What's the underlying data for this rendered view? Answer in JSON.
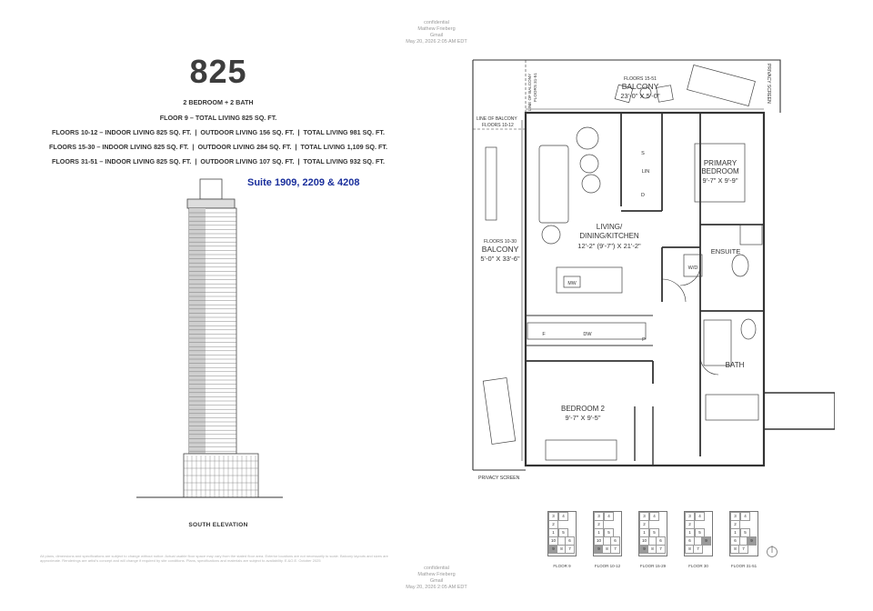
{
  "watermark_top": {
    "line1": "confidential",
    "line2": "Mathew Frieberg",
    "line3": "Gmail",
    "line4": "May 20, 2026 2:05 AM EDT"
  },
  "watermark_bottom": {
    "line1": "confidential",
    "line2": "Mathew Frieberg",
    "line3": "Gmail",
    "line4": "May 20, 2026 2:05 AM EDT"
  },
  "suite": {
    "number": "825",
    "type": "2 BEDROOM + 2 BATH",
    "floor9": "FLOOR 9 – TOTAL LIVING 825 SQ. FT.",
    "rows": [
      {
        "floors": "FLOORS 10-12 – INDOOR LIVING 825 SQ. FT.",
        "outdoor": "OUTDOOR LIVING 156 SQ. FT.",
        "total": "TOTAL LIVING 981 SQ. FT."
      },
      {
        "floors": "FLOORS 15-30 – INDOOR LIVING 825 SQ. FT.",
        "outdoor": "OUTDOOR LIVING 284 SQ. FT.",
        "total": "TOTAL LIVING 1,109 SQ. FT."
      },
      {
        "floors": "FLOORS 31-51 – INDOOR LIVING 825 SQ. FT.",
        "outdoor": "OUTDOOR LIVING 107 SQ. FT.",
        "total": "TOTAL LIVING 932 SQ. FT."
      }
    ],
    "separator": "|",
    "suites_label": "Suite 1909, 2209 & 4208"
  },
  "elevation_label": "SOUTH ELEVATION",
  "disclaimer": "All plans, dimensions and specifications are subject to change without notice. Actual usable floor space may vary from the stated floor area. Exterior locations are not necessarily to scale. Balcony layouts and sizes are approximate. Renderings are artist's concept and will change if required by site conditions. Plans, specifications and materials are subject to availability. E.&O.E. October 2025",
  "plan": {
    "balcony_top": {
      "floors": "FLOORS 15-51",
      "name": "BALCONY",
      "dims": "23'-0\" X 5'-0\""
    },
    "line_balcony_31": {
      "line1": "LINE OF BALCONY",
      "line2": "FLOORS 31-51"
    },
    "line_balcony_10": {
      "line1": "LINE OF BALCONY",
      "line2": "FLOORS 10-12"
    },
    "balcony_side": {
      "floors": "FLOORS 10-30",
      "name": "BALCONY",
      "dims": "5'-0\" X 33'-6\""
    },
    "living": {
      "line1": "LIVING/",
      "line2": "DINING/KITCHEN",
      "dims": "12'-2\" (9'-7\") X 21'-2\""
    },
    "primary": {
      "line1": "PRIMARY",
      "line2": "BEDROOM",
      "dims": "9'-7\" X 9'-9\""
    },
    "ensuite": "ENSUITE",
    "bath": "BATH",
    "bedroom2": {
      "name": "BEDROOM 2",
      "dims": "9'-7\" X 9'-5\""
    },
    "wd": "W/D",
    "lin": "LIN",
    "closet_s": "S",
    "closet_d": "D",
    "mw": "MW",
    "fridge": "F",
    "dw": "DW",
    "pantry": "P",
    "privacy_right": "PRIVACY SCREEN",
    "privacy_bottom": "PRIVACY SCREEN"
  },
  "key_plans": [
    {
      "label": "FLOOR 9",
      "units": [
        "3",
        "4",
        "2",
        "1",
        "5",
        "10",
        "6",
        "9",
        "8",
        "7"
      ]
    },
    {
      "label": "FLOOR 10-12",
      "units": [
        "3",
        "4",
        "2",
        "1",
        "5",
        "10",
        "6",
        "9",
        "8",
        "7"
      ]
    },
    {
      "label": "FLOOR 15-29",
      "units": [
        "3",
        "4",
        "2",
        "1",
        "5",
        "10",
        "6",
        "9",
        "8",
        "7"
      ]
    },
    {
      "label": "FLOOR 30",
      "units": [
        "3",
        "4",
        "2",
        "1",
        "5",
        "6",
        "9",
        "8",
        "7"
      ]
    },
    {
      "label": "FLOOR 31-51",
      "units": [
        "3",
        "4",
        "2",
        "1",
        "5",
        "6",
        "9",
        "8",
        "7"
      ]
    }
  ],
  "colors": {
    "suite_label": "#1a2f9c",
    "text": "#333333",
    "highlight_unit": "#9a9a9a"
  }
}
